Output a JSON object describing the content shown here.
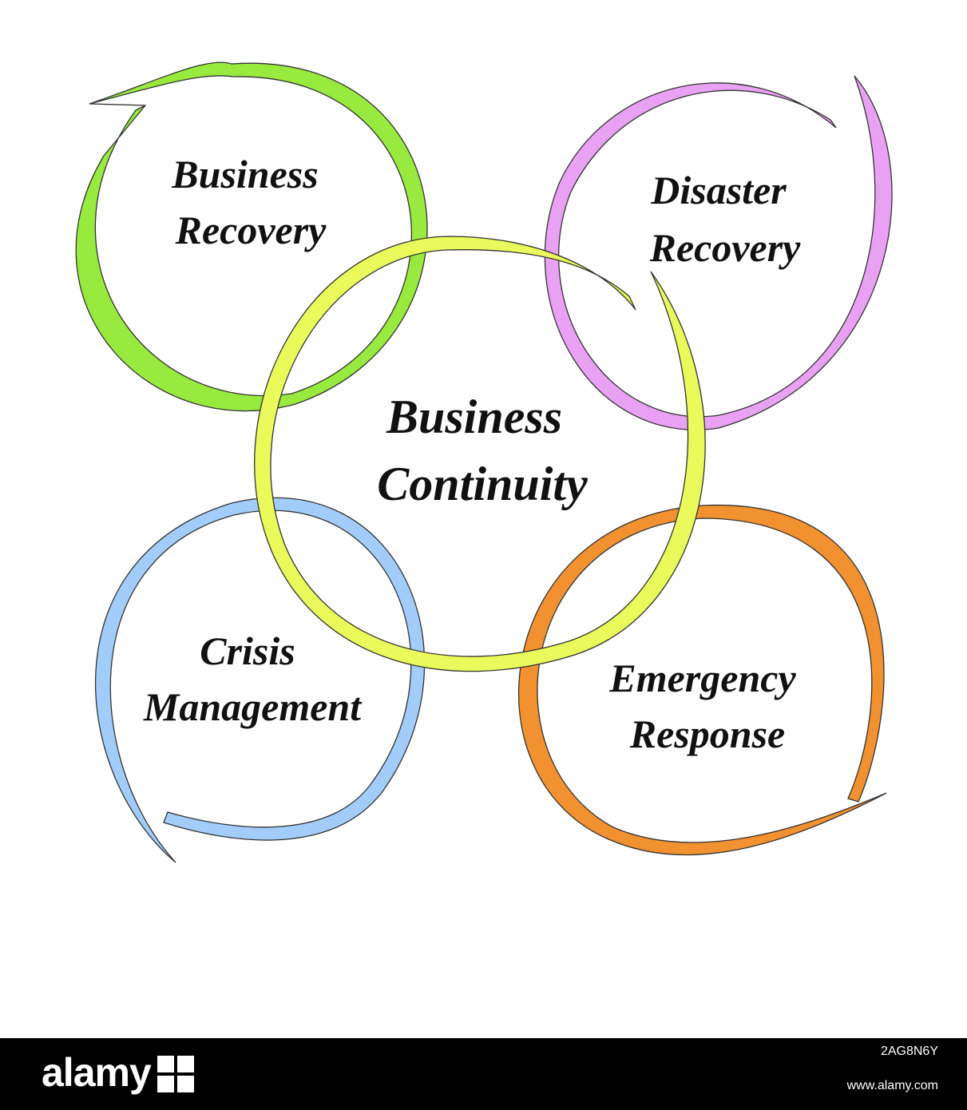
{
  "diagram": {
    "center": {
      "line1": "Business",
      "line2": "Continuity",
      "color": "#e9fa5a"
    },
    "nodes": [
      {
        "id": "business-recovery",
        "line1": "Business",
        "line2": "Recovery",
        "color": "#99ea3e"
      },
      {
        "id": "disaster-recovery",
        "line1": "Disaster",
        "line2": "Recovery",
        "color": "#e9a2f3"
      },
      {
        "id": "crisis-management",
        "line1": "Crisis",
        "line2": "Management",
        "color": "#a2cdfb"
      },
      {
        "id": "emergency-response",
        "line1": "Emergency",
        "line2": "Response",
        "color": "#f29130"
      }
    ]
  },
  "footer": {
    "logo_text": "alamy",
    "stock_id": "2AG8N6Y",
    "site_url": "www.alamy.com"
  }
}
